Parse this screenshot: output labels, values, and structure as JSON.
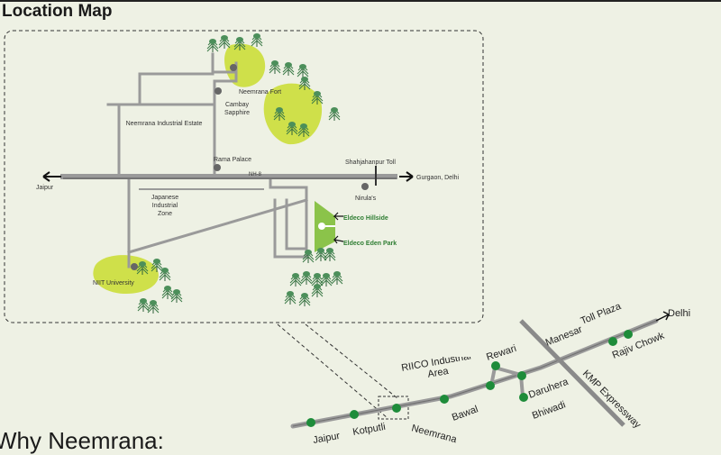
{
  "title": "Location Map",
  "bottom_partial_text": "Why Neemrana:",
  "colors": {
    "background": "#eef1e4",
    "road": "#9a9a9a",
    "green_zone": "#cfe04a",
    "eldeco_highlight": "#8bc34a",
    "station_dot": "#1e8c3a",
    "marker_dot": "#666666",
    "eldeco_text": "#2e7d32"
  },
  "detail_map": {
    "labels": {
      "neemrana_fort": "Neemrana Fort",
      "cambay_sapphire": "Cambay Sapphire",
      "neemrana_industrial_estate": "Neemrana Industrial Estate",
      "rama_palace": "Rama Palace",
      "shahjahanpur_toll": "Shahjahanpur Toll",
      "jaipur": "Jaipur",
      "gurgaon_delhi": "Gurgaon, Delhi",
      "nh8": "NH-8",
      "japanese_industrial_zone": "Japanese Industrial Zone",
      "nirulas": "Nirula's",
      "eldeco_hillside": "Eldeco Hillside",
      "eldeco_eden_park": "Eldeco Eden Park",
      "niit_university": "NIIT University"
    }
  },
  "route_map": {
    "labels": {
      "delhi": "Delhi",
      "toll_plaza": "Toll Plaza",
      "manesar": "Manesar",
      "rajiv_chowk": "Rajiv Chowk",
      "kmp_expressway": "KMP Expressway",
      "rewari": "Rewari",
      "riico": "RIICO Industrial Area",
      "daruhera": "Daruhera",
      "bhiwadi": "Bhiwadi",
      "bawal": "Bawal",
      "neemrana": "Neemrana",
      "kotputli": "Kotputli",
      "jaipur": "Jaipur"
    }
  }
}
